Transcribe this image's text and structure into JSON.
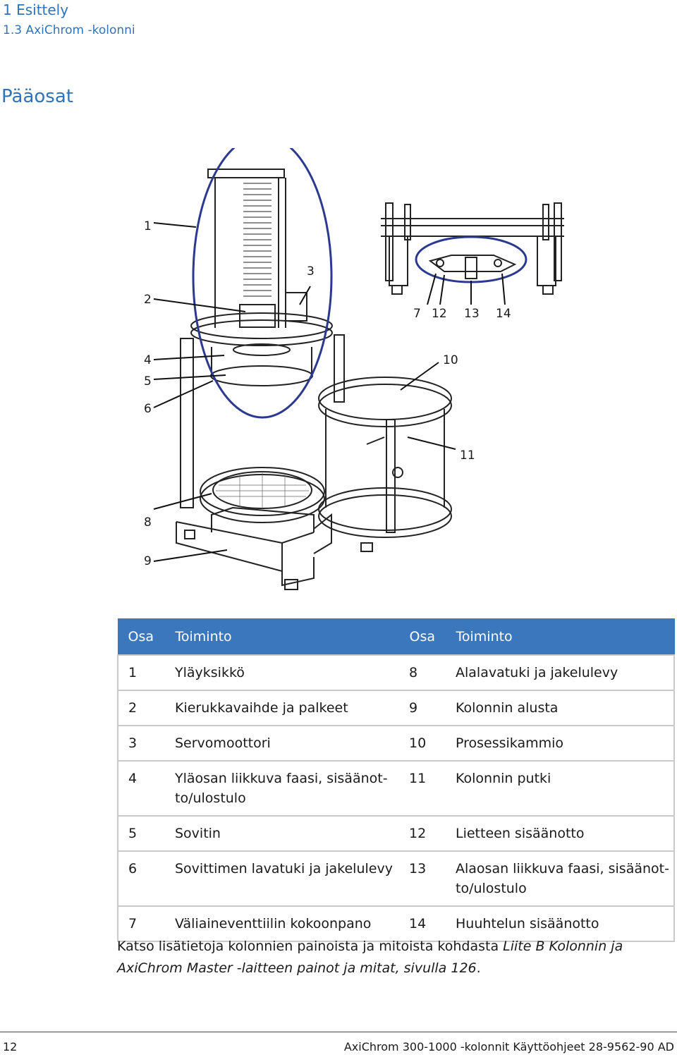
{
  "header": {
    "chapter": "1  Esittely",
    "section": "1.3  AxiChrom -kolonni"
  },
  "heading": "Pääosat",
  "figure": {
    "callouts": [
      "1",
      "2",
      "3",
      "4",
      "5",
      "6",
      "7",
      "12",
      "13",
      "14",
      "10",
      "11",
      "8",
      "9"
    ]
  },
  "table": {
    "headers": [
      "Osa",
      "Toiminto",
      "Osa",
      "Toiminto"
    ],
    "rows": [
      [
        "1",
        "Yläyksikkö",
        "8",
        "Alalavatuki ja jakelulevy"
      ],
      [
        "2",
        "Kierukkavaihde ja palkeet",
        "9",
        "Kolonnin alusta"
      ],
      [
        "3",
        "Servomoottori",
        "10",
        "Prosessikammio"
      ],
      [
        "4",
        "Yläosan liikkuva faasi, sisäänot-to/ulostulo",
        "11",
        "Kolonnin putki"
      ],
      [
        "5",
        "Sovitin",
        "12",
        "Lietteen sisäänotto"
      ],
      [
        "6",
        "Sovittimen lavatuki ja jakelulevy",
        "13",
        "Alaosan liikkuva faasi, sisäänot-to/ulostulo"
      ],
      [
        "7",
        "Väliaineventtiilin kokoonpano",
        "14",
        "Huuhtelun sisäänotto"
      ]
    ]
  },
  "note": {
    "prefix": "Katso lisätietoja kolonnien painoista ja mitoista kohdasta ",
    "link": "Liite B Kolonnin ja AxiChrom Master -laitteen painot ja mitat, sivulla 126",
    "suffix": "."
  },
  "footer": {
    "page_number": "12",
    "document_title": "AxiChrom 300-1000 -kolonnit Käyttöohjeet 28-9562-90 AD"
  },
  "colors": {
    "accent": "#2f74b8",
    "table_header": "#3a77bd"
  }
}
